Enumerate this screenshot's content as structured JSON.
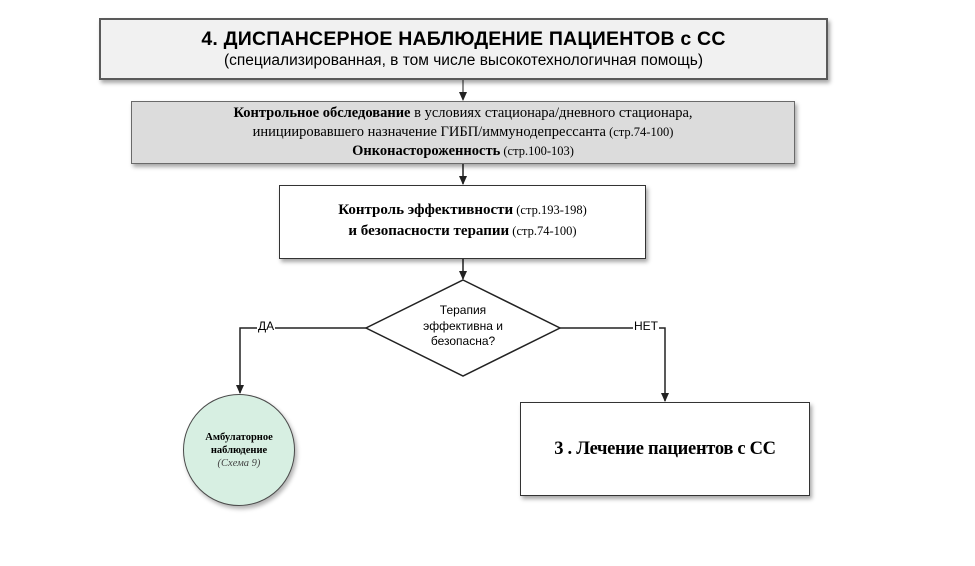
{
  "header": {
    "title": "4. ДИСПАНСЕРНОЕ НАБЛЮДЕНИЕ ПАЦИЕНТОВ с СС",
    "subtitle": "(специализированная, в том числе высокотехнологичная помощь)"
  },
  "exam": {
    "line1_bold": "Контрольное обследование",
    "line1_rest": " в  условиях стационара/дневного стационара,",
    "line2": "инициировавшего назначение ГИБП/иммунодепрессанта",
    "line2_pages": " (стр.74-100)",
    "line3_bold": "Онконастороженность",
    "line3_pages": " (стр.100-103)"
  },
  "control": {
    "line1_bold": "Контроль эффективности",
    "line1_pages": " (стр.193-198)",
    "line2_bold": "и безопасности терапии",
    "line2_pages": " (стр.74-100)"
  },
  "decision": {
    "line1": "Терапия",
    "line2": "эффективна и",
    "line3": "безопасна?"
  },
  "branches": {
    "yes": "ДА",
    "no": "НЕТ"
  },
  "ambulatory": {
    "line1": "Амбулаторное",
    "line2": "наблюдение",
    "scheme": "(Схема 9)"
  },
  "treatment": {
    "label": "3 . Лечение пациентов с СС"
  },
  "colors": {
    "header_fill": "#f1f1f1",
    "exam_fill": "#dcdcdc",
    "circle_fill": "#d7efe2",
    "line": "#222222"
  }
}
